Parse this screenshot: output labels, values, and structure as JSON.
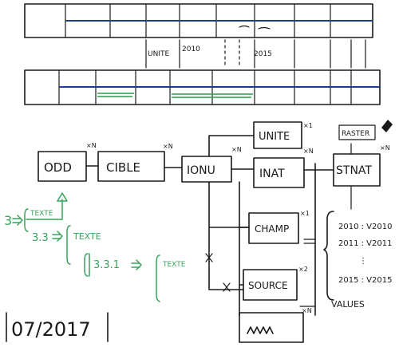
{
  "timeline": {
    "labels": [
      "UNITE",
      "2010",
      "2015"
    ]
  },
  "boxes": {
    "odd": "ODD",
    "cible": "CIBLE",
    "ionu": "IONU",
    "inat": "INAT",
    "stnat": "STNAT",
    "unite": "UNITE",
    "champ": "CHAMP",
    "source": "SOURCE",
    "wave": "~~~"
  },
  "multiplicities": {
    "odd": "×N",
    "cible": "×N",
    "ionu": "×N",
    "inat": "×N",
    "stnat": "×N",
    "unite": "×1",
    "champ": "×1",
    "source": "×2",
    "wave": "×N"
  },
  "rasterized_note": "RASTER",
  "values_list": [
    "2010 : V2010",
    "2011 : V2011",
    "2015 : V2015"
  ],
  "values_label": "VALUES",
  "legend": {
    "level1_num": "3",
    "level1_text": "TEXTE",
    "level2_num": "3.3",
    "level2_text": "TEXTE",
    "level3_num": "3.3.1",
    "level3_text": "TEXTE"
  },
  "date": "07/2017",
  "colors": {
    "ink": "#1a1a1a",
    "blue": "#1f3d8f",
    "green": "#37a35c"
  }
}
